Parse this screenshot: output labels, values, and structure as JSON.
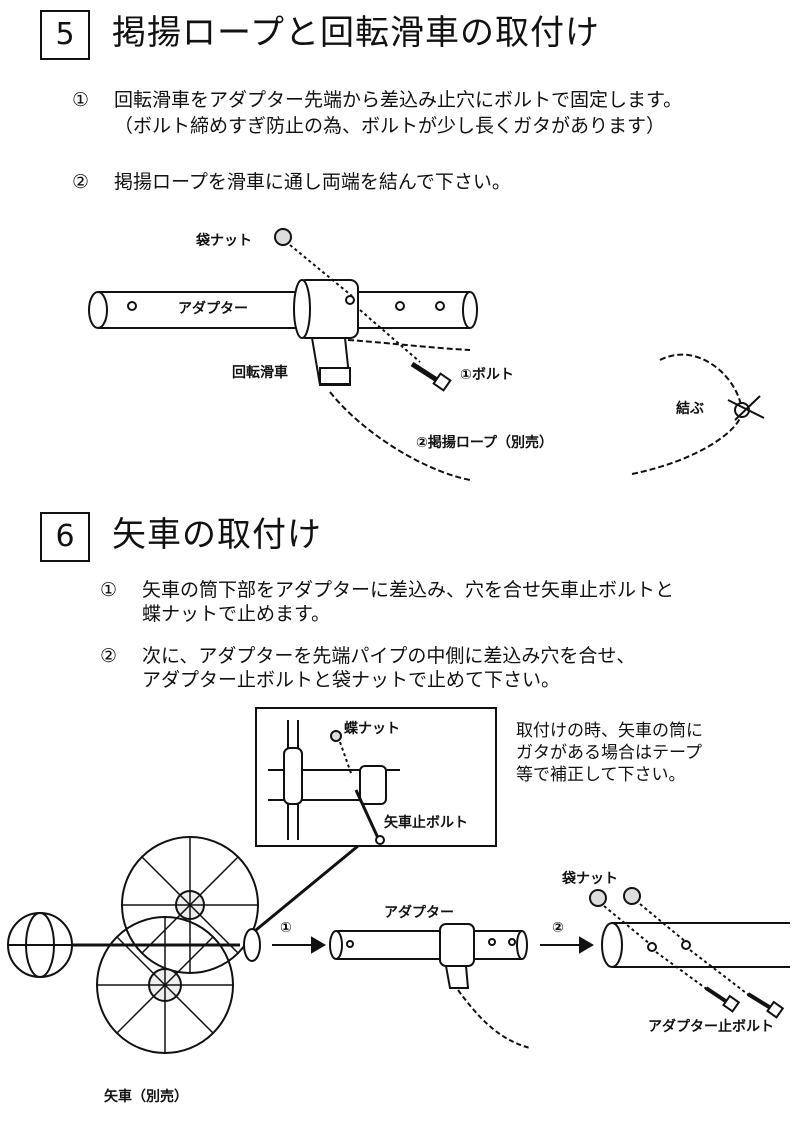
{
  "section5": {
    "number": "5",
    "title": "掲揚ロープと回転滑車の取付け",
    "steps": [
      {
        "marker": "①",
        "lines": [
          "回転滑車をアダプター先端から差込み止穴にボルトで固定します。",
          "（ボルト締めすぎ防止の為、ボルトが少し長くガタがあります）"
        ]
      },
      {
        "marker": "②",
        "lines": [
          "掲揚ロープを滑車に通し両端を結んで下さい。"
        ]
      }
    ],
    "labels": {
      "cap_nut": "袋ナット",
      "adapter": "アダプター",
      "pulley": "回転滑車",
      "bolt": "①ボルト",
      "rope": "②掲揚ロープ（別売）",
      "tie": "結ぶ"
    }
  },
  "section6": {
    "number": "6",
    "title": "矢車の取付け",
    "steps": [
      {
        "marker": "①",
        "lines": [
          "矢車の筒下部をアダプターに差込み、穴を合せ矢車止ボルトと",
          "蝶ナットで止めます。"
        ]
      },
      {
        "marker": "②",
        "lines": [
          "次に、アダプターを先端パイプの中側に差込み穴を合せ、",
          "アダプター止ボルトと袋ナットで止めて下さい。"
        ]
      }
    ],
    "note_lines": [
      "取付けの時、矢車の筒に",
      "ガタがある場合はテープ",
      "等で補正して下さい。"
    ],
    "labels": {
      "wing_nut": "蝶ナット",
      "yaguruma_bolt": "矢車止ボルト",
      "adapter": "アダプター",
      "cap_nut": "袋ナット",
      "adapter_bolt": "アダプター止ボルト",
      "yaguruma": "矢車（別売）",
      "arrow1": "①",
      "arrow2": "②"
    }
  }
}
